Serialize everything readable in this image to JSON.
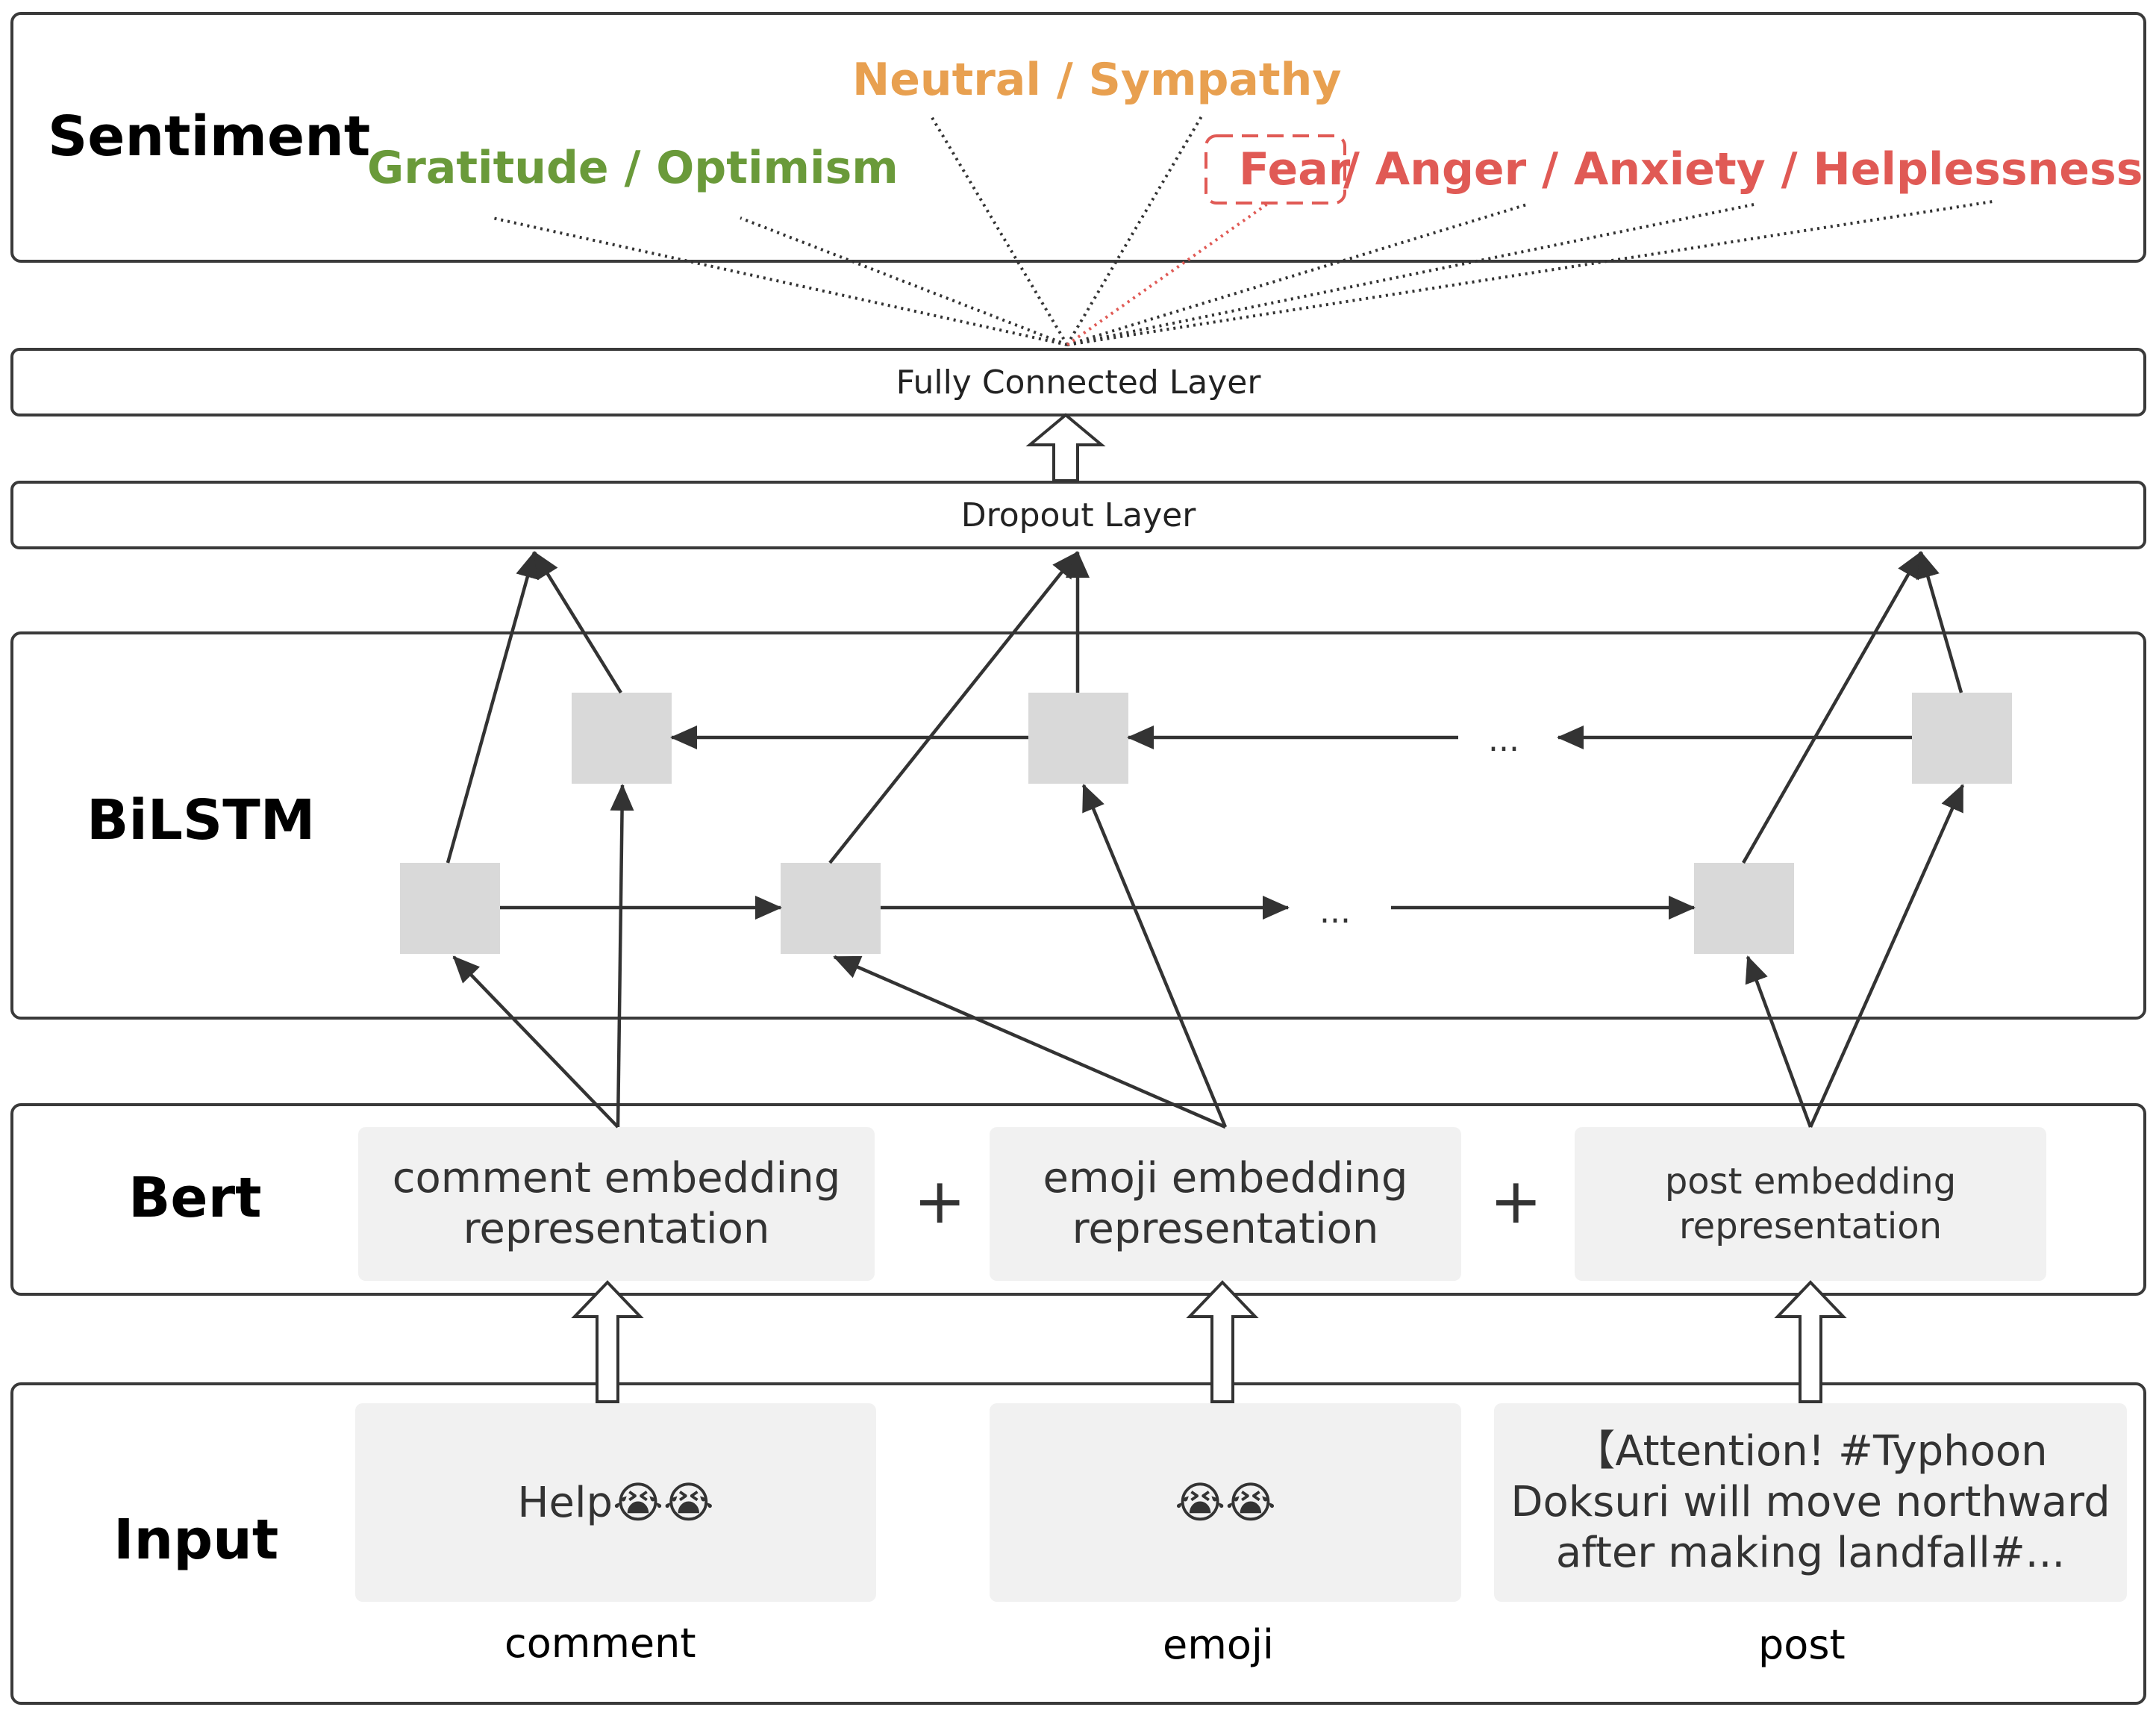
{
  "sentiment": {
    "label": "Sentiment",
    "positive": "Gratitude / Optimism",
    "neutral": "Neutral / Sympathy",
    "neg_fear": "Fear",
    "neg_rest": "/ Anger / Anxiety / Helplessness"
  },
  "layers": {
    "fully_connected": "Fully Connected Layer",
    "dropout": "Dropout Layer"
  },
  "bilstm": {
    "label": "BiLSTM",
    "ellipsis_top": "...",
    "ellipsis_bottom": "..."
  },
  "bert": {
    "label": "Bert",
    "comment_line1": "comment embedding",
    "comment_line2": "representation",
    "emoji_line1": "emoji embedding",
    "emoji_line2": "representation",
    "post_line1": "post embedding",
    "post_line2": "representation",
    "plus": "+"
  },
  "input": {
    "label": "Input",
    "comment_text": "Help",
    "comment_emoji": "😭😭",
    "emoji_text": "😭😭",
    "post_line1": "【Attention! #Typhoon",
    "post_line2": "Doksuri will move northward",
    "post_line3": "after making landfall#...",
    "caption_comment": "comment",
    "caption_emoji": "emoji",
    "caption_post": "post"
  },
  "colors": {
    "positive": "#6a9a3a",
    "neutral": "#e8a050",
    "negative": "#e05a55",
    "border": "#3a3a3a",
    "cell": "#d9d9d9",
    "box": "#f1f1f1"
  }
}
